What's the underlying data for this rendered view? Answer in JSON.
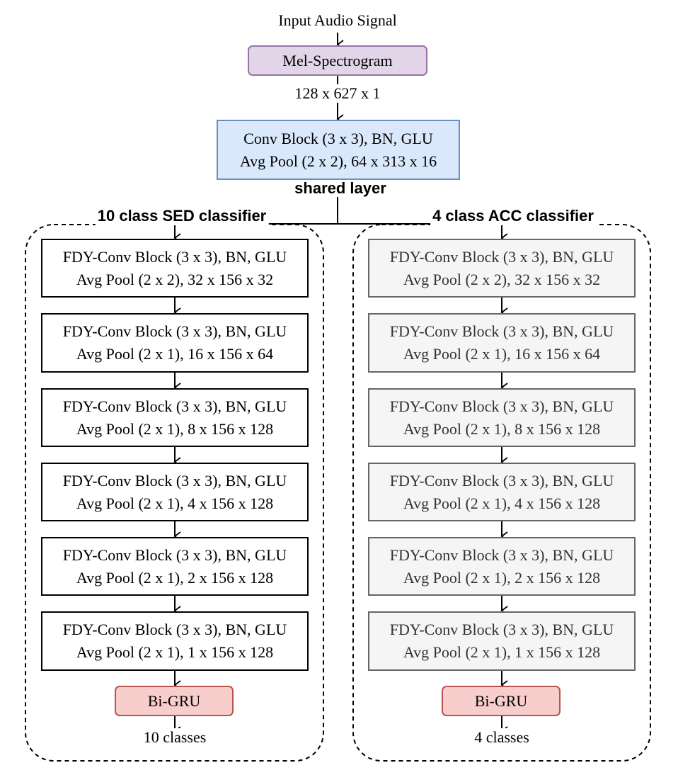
{
  "input_label": "Input Audio Signal",
  "mel": {
    "label": "Mel-Spectrogram"
  },
  "mel_output": "128 x 627 x 1",
  "shared": {
    "line1": "Conv Block (3 x 3), BN, GLU",
    "line2": "Avg Pool (2 x 2), 64 x 313 x 16",
    "label": "shared layer"
  },
  "sed": {
    "title": "10 class SED classifier",
    "blocks": [
      {
        "line1": "FDY-Conv Block (3 x 3), BN, GLU",
        "line2": "Avg Pool (2 x 2), 32 x 156 x 32"
      },
      {
        "line1": "FDY-Conv Block (3 x 3), BN, GLU",
        "line2": "Avg Pool (2 x 1), 16 x 156 x 64"
      },
      {
        "line1": "FDY-Conv Block (3 x 3), BN, GLU",
        "line2": "Avg Pool (2 x 1), 8 x 156 x 128"
      },
      {
        "line1": "FDY-Conv Block (3 x 3), BN, GLU",
        "line2": "Avg Pool (2 x 1), 4 x 156 x 128"
      },
      {
        "line1": "FDY-Conv Block (3 x 3), BN, GLU",
        "line2": "Avg Pool (2 x 1), 2 x 156 x 128"
      },
      {
        "line1": "FDY-Conv Block (3 x 3), BN, GLU",
        "line2": "Avg Pool (2 x 1), 1 x 156 x 128"
      }
    ],
    "gru": "Bi-GRU",
    "output": "10 classes"
  },
  "acc": {
    "title": "4 class ACC classifier",
    "blocks": [
      {
        "line1": "FDY-Conv Block (3 x 3), BN, GLU",
        "line2": "Avg Pool (2 x 2), 32 x 156 x 32"
      },
      {
        "line1": "FDY-Conv Block (3 x 3), BN, GLU",
        "line2": "Avg Pool (2 x 1), 16 x 156 x 64"
      },
      {
        "line1": "FDY-Conv Block (3 x 3), BN, GLU",
        "line2": "Avg Pool (2 x 1), 8 x 156 x 128"
      },
      {
        "line1": "FDY-Conv Block (3 x 3), BN, GLU",
        "line2": "Avg Pool (2 x 1), 4 x 156 x 128"
      },
      {
        "line1": "FDY-Conv Block (3 x 3), BN, GLU",
        "line2": "Avg Pool (2 x 1), 2 x 156 x 128"
      },
      {
        "line1": "FDY-Conv Block (3 x 3), BN, GLU",
        "line2": "Avg Pool (2 x 1), 1 x 156 x 128"
      }
    ],
    "gru": "Bi-GRU",
    "output": "4 classes"
  },
  "colors": {
    "mel_fill": "#e1d5e7",
    "mel_stroke": "#9673a6",
    "shared_fill": "#dae8fc",
    "shared_stroke": "#6c8ebf",
    "acc_fill": "#f5f5f5",
    "acc_stroke": "#666666",
    "gru_fill": "#f8cecc",
    "gru_stroke": "#b85450"
  }
}
